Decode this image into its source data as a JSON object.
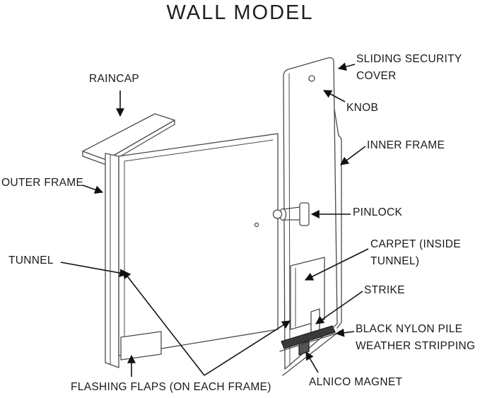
{
  "title": "WALL MODEL",
  "labels": {
    "raincap": "RAINCAP",
    "sliding_security_cover": "SLIDING SECURITY COVER",
    "knob": "KNOB",
    "inner_frame": "INNER FRAME",
    "outer_frame": "OUTER FRAME",
    "pinlock": "PINLOCK",
    "tunnel": "TUNNEL",
    "carpet": "CARPET (INSIDE TUNNEL)",
    "strike": "STRIKE",
    "weather_stripping": "BLACK NYLON PILE WEATHER STRIPPING",
    "alnico_magnet": "ALNICO MAGNET",
    "flashing_flaps": "FLASHING FLAPS (ON EACH FRAME)"
  },
  "colors": {
    "background": "#ffffff",
    "text": "#1a1a1a",
    "drawing_line": "#4a4a4a",
    "leader_line": "#111111",
    "dark_part": "#3a3a3a"
  }
}
